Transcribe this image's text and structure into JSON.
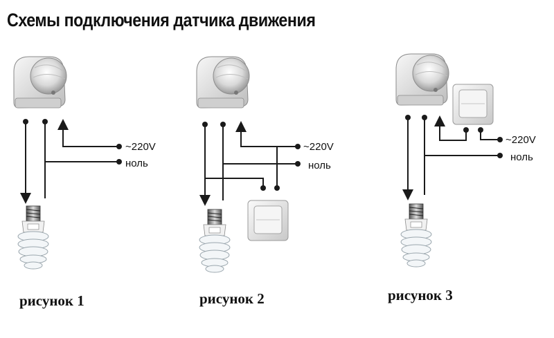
{
  "title": "Схемы подключения датчика движения",
  "labels": {
    "phase": "~220V",
    "neutral": "ноль"
  },
  "diagrams": [
    {
      "caption": "рисунок 1"
    },
    {
      "caption": "рисунок 2"
    },
    {
      "caption": "рисунок 3"
    }
  ],
  "colors": {
    "wire": "#1a1a1a",
    "device_body": "#e8e8e8",
    "lamp_glass": "#eef3f6"
  }
}
